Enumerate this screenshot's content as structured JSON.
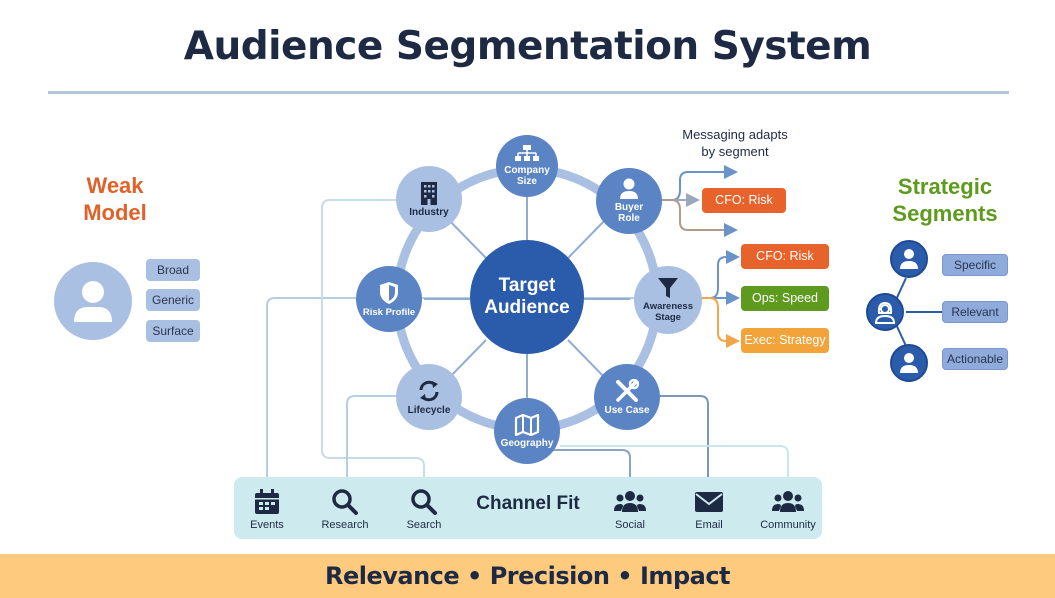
{
  "title": "Audience Segmentation System",
  "center_node": {
    "label_line1": "Target",
    "label_line2": "Audience"
  },
  "ring_nodes": [
    {
      "id": "company-size",
      "line1": "Company",
      "line2": "Size",
      "icon": "org-chart-icon"
    },
    {
      "id": "buyer-role",
      "line1": "Buyer",
      "line2": "Role",
      "icon": "person-icon"
    },
    {
      "id": "awareness-stage",
      "line1": "Awareness",
      "line2": "Stage",
      "icon": "funnel-icon"
    },
    {
      "id": "use-case",
      "line1": "Use Case",
      "line2": "",
      "icon": "tools-icon"
    },
    {
      "id": "geography",
      "line1": "Geography",
      "line2": "",
      "icon": "map-icon"
    },
    {
      "id": "lifecycle",
      "line1": "Lifecycle",
      "line2": "",
      "icon": "refresh-icon"
    },
    {
      "id": "risk-profile",
      "line1": "Risk Profile",
      "line2": "",
      "icon": "shield-icon"
    },
    {
      "id": "industry",
      "line1": "Industry",
      "line2": "",
      "icon": "building-icon"
    }
  ],
  "weak_model": {
    "heading_line1": "Weak",
    "heading_line2": "Model",
    "heading_color": "#e0622b",
    "tags": [
      "Broad",
      "Generic",
      "Surface"
    ]
  },
  "strategic_segments": {
    "heading_line1": "Strategic",
    "heading_line2": "Segments",
    "heading_color": "#5e9a1e",
    "tags": [
      "Specific",
      "Relevant",
      "Actionable"
    ]
  },
  "messaging": {
    "caption_line1": "Messaging adapts",
    "caption_line2": "by segment",
    "buyer_role_message": {
      "label": "CFO: Risk",
      "color": "#e8622c"
    },
    "awareness_messages": [
      {
        "label": "CFO: Risk",
        "color": "#e8622c"
      },
      {
        "label": "Ops: Speed",
        "color": "#5e9a1e"
      },
      {
        "label": "Exec: Strategy",
        "color": "#f2a33a"
      }
    ]
  },
  "channel_fit": {
    "title": "Channel Fit",
    "channels": [
      {
        "label": "Events",
        "icon": "calendar-icon"
      },
      {
        "label": "Research",
        "icon": "search-icon"
      },
      {
        "label": "Search",
        "icon": "search-icon"
      },
      {
        "label": "Social",
        "icon": "people-icon"
      },
      {
        "label": "Email",
        "icon": "envelope-icon"
      },
      {
        "label": "Community",
        "icon": "people-icon"
      }
    ]
  },
  "footer": "Relevance • Precision • Impact"
}
